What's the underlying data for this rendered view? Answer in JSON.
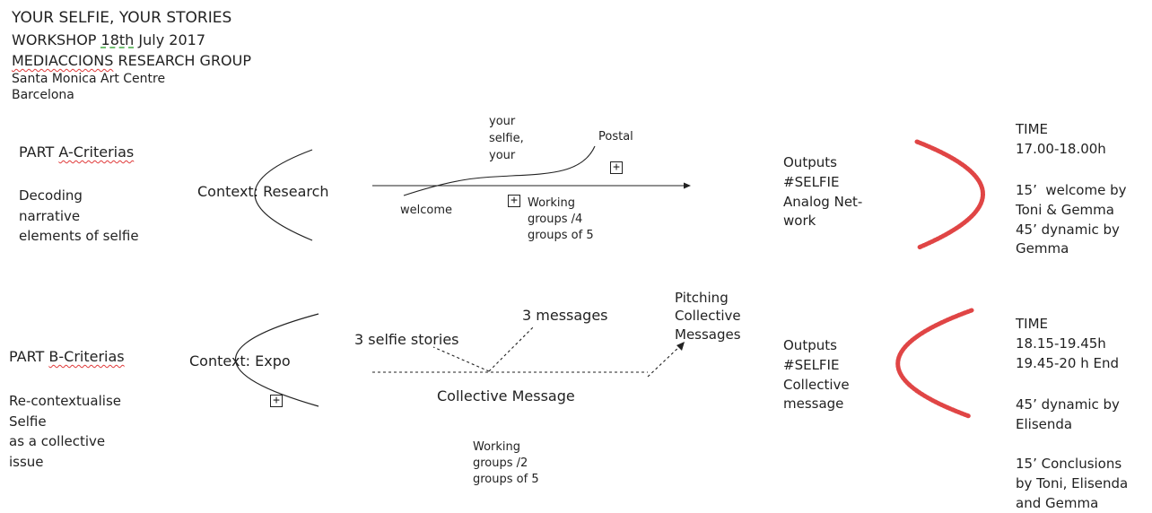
{
  "header": {
    "title": "YOUR SELFIE, YOUR STORIES",
    "workshop_prefix": "WORKSHOP ",
    "workshop_date": "18th",
    "workshop_suffix": " July 2017",
    "group_word": "MEDIACCIONS",
    "group_rest": " RESEARCH GROUP",
    "venue": "Santa Monica Art Centre",
    "city": "Barcelona"
  },
  "part_a": {
    "label_prefix": "PART ",
    "label_underlined": "A-Criterias",
    "description": "Decoding\nnarrative\nelements of selfie",
    "context": "Context: Research",
    "welcome": "welcome",
    "your_selfie": "your\nselfie,\nyour",
    "postal": "Postal",
    "working_groups": "Working\ngroups /4\ngroups of 5",
    "outputs": "Outputs\n#SELFIE\nAnalog Net-\nwork",
    "time": "TIME\n17.00-18.00h",
    "schedule": "15’  welcome by\nToni & Gemma\n45’ dynamic by\nGemma"
  },
  "part_b": {
    "label_prefix": "PART ",
    "label_underlined": "B-Criterias",
    "description": "Re-contextualise\nSelfie\nas a collective\nissue",
    "context": "Context: Expo",
    "selfie_stories": "3 selfie stories",
    "messages": "3 messages",
    "pitching": "Pitching\nCollective\nMessages",
    "collective_message": "Collective Message",
    "working_groups": "Working\ngroups /2\ngroups of 5",
    "outputs": "Outputs\n#SELFIE\nCollective\nmessage",
    "time": "TIME\n18.15-19.45h\n19.45-20 h End",
    "schedule_1": "45’ dynamic by\nElisenda",
    "schedule_2": "15’ Conclusions\nby Toni, Elisenda\nand Gemma"
  },
  "icons": {
    "plus_box_glyph": "+",
    "curve_color": "#e04545"
  }
}
